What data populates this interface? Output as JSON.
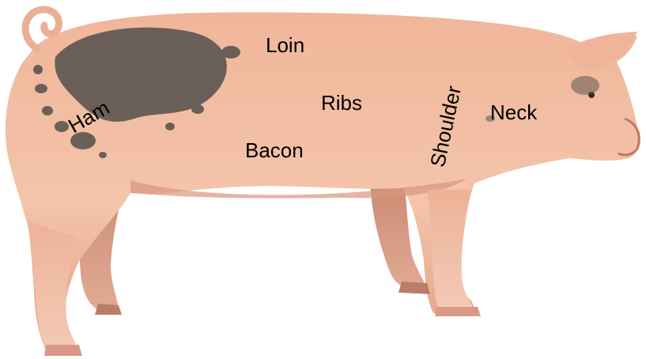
{
  "diagram": {
    "labels": {
      "ham": "Ham",
      "loin": "Loin",
      "ribs": "Ribs",
      "bacon": "Bacon",
      "shoulder": "Shoulder",
      "neck": "Neck"
    }
  },
  "colors": {
    "skin": "#eab095",
    "skin_light": "#f2c3a8",
    "skin_shadow": "#c98a72",
    "spots": "#5b5550",
    "hoof": "#d89a86",
    "label_text": "#000000"
  }
}
